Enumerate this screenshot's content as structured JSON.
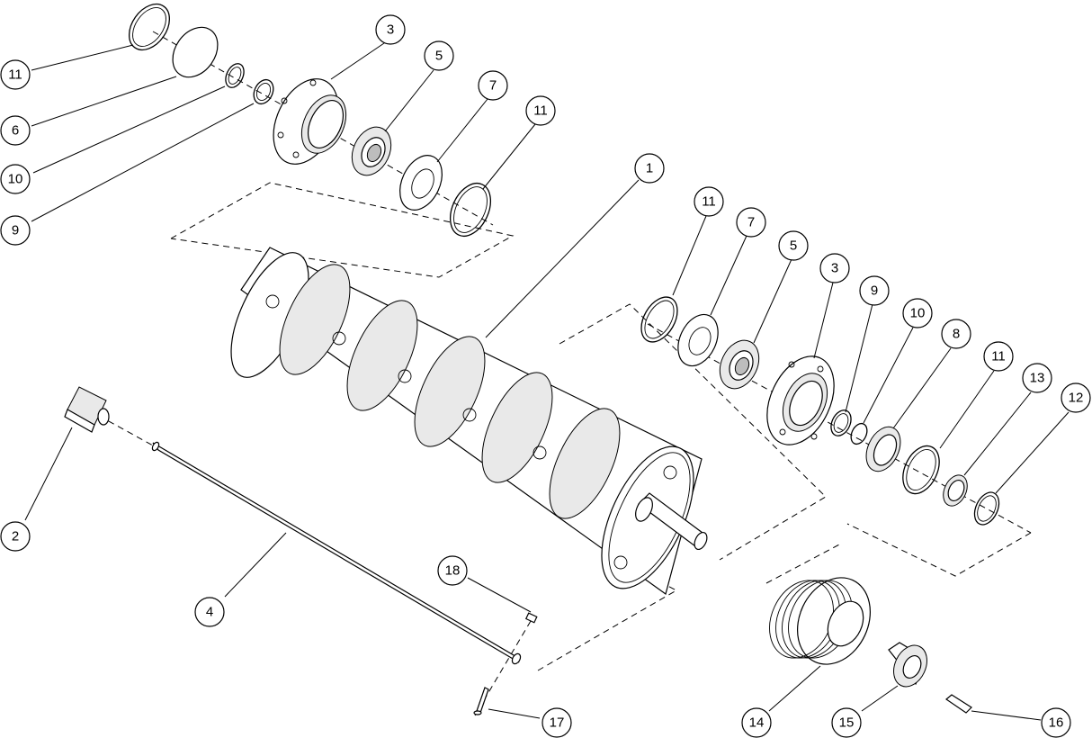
{
  "drawing": {
    "balloons": [
      {
        "id": "b-11a",
        "label": "11"
      },
      {
        "id": "b-6",
        "label": "6"
      },
      {
        "id": "b-10a",
        "label": "10"
      },
      {
        "id": "b-9a",
        "label": "9"
      },
      {
        "id": "b-3a",
        "label": "3"
      },
      {
        "id": "b-5a",
        "label": "5"
      },
      {
        "id": "b-7a",
        "label": "7"
      },
      {
        "id": "b-11b",
        "label": "11"
      },
      {
        "id": "b-1",
        "label": "1"
      },
      {
        "id": "b-11c",
        "label": "11"
      },
      {
        "id": "b-7b",
        "label": "7"
      },
      {
        "id": "b-5b",
        "label": "5"
      },
      {
        "id": "b-3b",
        "label": "3"
      },
      {
        "id": "b-9b",
        "label": "9"
      },
      {
        "id": "b-10b",
        "label": "10"
      },
      {
        "id": "b-8",
        "label": "8"
      },
      {
        "id": "b-11d",
        "label": "11"
      },
      {
        "id": "b-13",
        "label": "13"
      },
      {
        "id": "b-12",
        "label": "12"
      },
      {
        "id": "b-2",
        "label": "2"
      },
      {
        "id": "b-4",
        "label": "4"
      },
      {
        "id": "b-18",
        "label": "18"
      },
      {
        "id": "b-17",
        "label": "17"
      },
      {
        "id": "b-14",
        "label": "14"
      },
      {
        "id": "b-15",
        "label": "15"
      },
      {
        "id": "b-16",
        "label": "16"
      }
    ]
  }
}
